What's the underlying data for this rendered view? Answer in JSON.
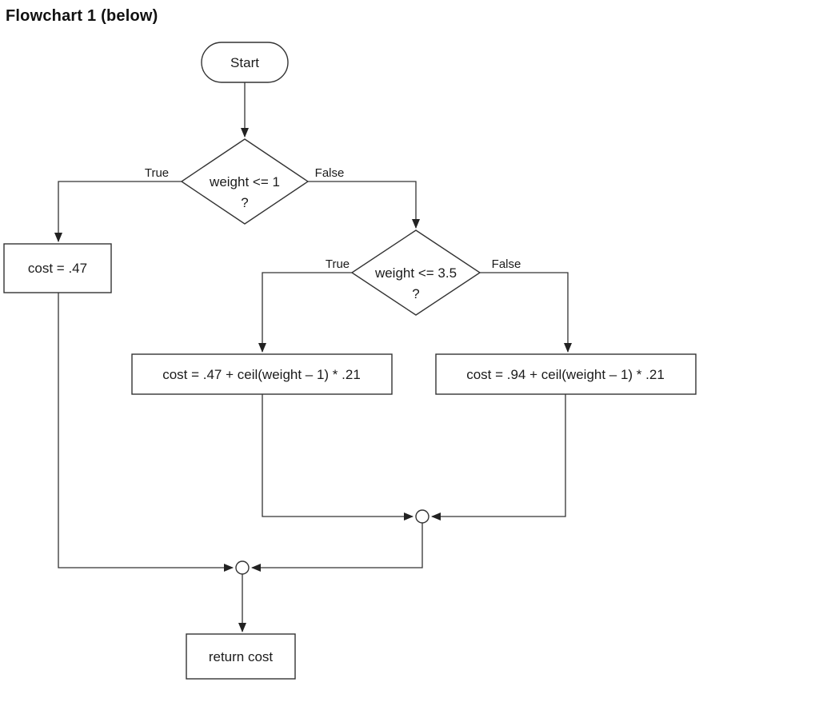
{
  "title": "Flowchart 1 (below)",
  "flowchart": {
    "nodes": {
      "start": {
        "label": "Start"
      },
      "decision1": {
        "line1": "weight <= 1",
        "line2": "?"
      },
      "decision2": {
        "line1": "weight <= 3.5",
        "line2": "?"
      },
      "cost_base": {
        "label": "cost = .47"
      },
      "cost_mid": {
        "label": "cost = .47 + ceil(weight – 1) * .21"
      },
      "cost_high": {
        "label": "cost = .94 + ceil(weight – 1) * .21"
      },
      "return": {
        "label": "return cost"
      }
    },
    "branch_labels": {
      "d1_true": "True",
      "d1_false": "False",
      "d2_true": "True",
      "d2_false": "False"
    },
    "colors": {
      "line": "#333333",
      "text": "#1b1b1b",
      "background": "#ffffff"
    }
  }
}
